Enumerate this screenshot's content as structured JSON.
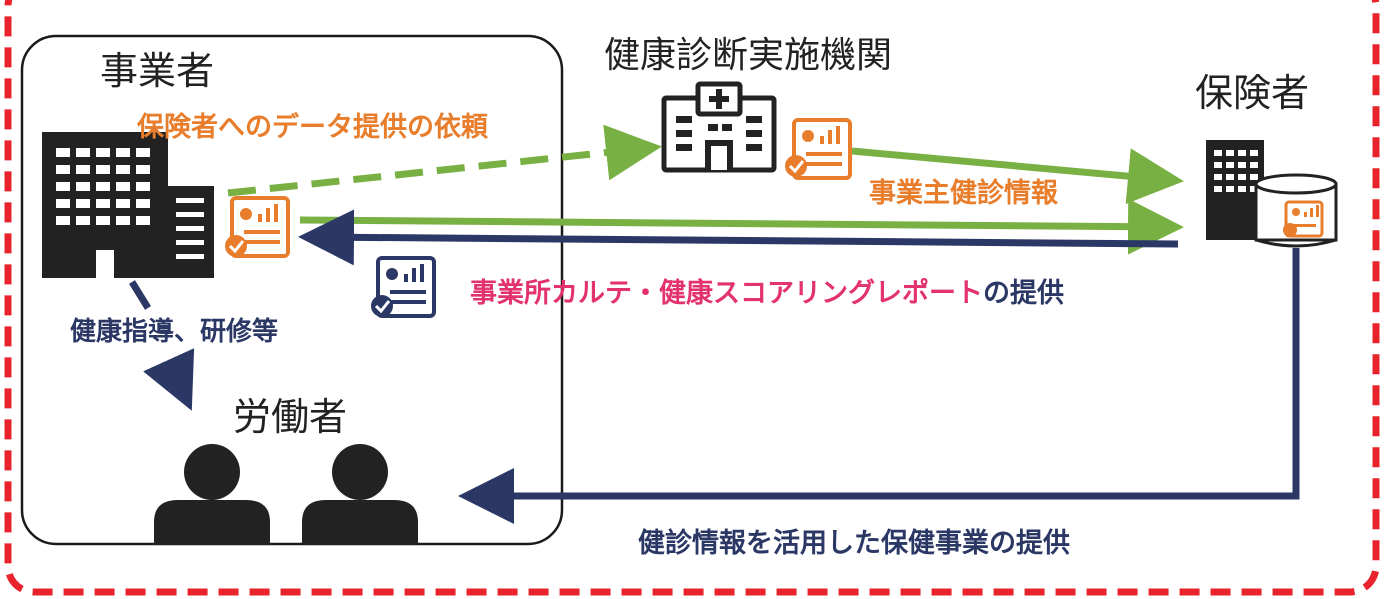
{
  "labels": {
    "employer": "事業者",
    "institution": "健康診断実施機関",
    "insurer": "保険者",
    "workers": "労働者",
    "request": "保険者へのデータ提供の依頼",
    "checkup_info": "事業主健診情報",
    "report_part1": "事業所カルテ・健康スコアリングレポート",
    "report_part2": "の提供",
    "guidance": "健康指導、研修等",
    "service": "健診情報を活用した保健事業の提供"
  },
  "colors": {
    "border_dash": "#e8232b",
    "navy": "#2b3866",
    "green": "#79b043",
    "orange": "#e87d2b",
    "pink": "#e2336c",
    "icon_dark": "#222222"
  },
  "icons": {
    "employer": "office-building-icon",
    "institution": "hospital-icon",
    "insurer": "insurer-building-icon",
    "document": "report-document-icon",
    "worker": "person-silhouette-icon"
  }
}
